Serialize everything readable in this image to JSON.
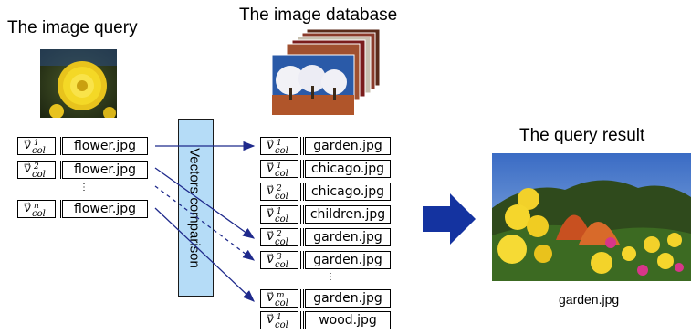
{
  "titles": {
    "query": "The image query",
    "database": "The image database",
    "result": "The query result",
    "comparison": "Vectors comparison"
  },
  "query_entries": [
    {
      "sup": "1",
      "file": "flower.jpg"
    },
    {
      "sup": "2",
      "file": "flower.jpg"
    },
    {
      "sup": "n",
      "file": "flower.jpg"
    }
  ],
  "db_entries": [
    {
      "sup": "1",
      "file": "garden.jpg"
    },
    {
      "sup": "1",
      "file": "chicago.jpg"
    },
    {
      "sup": "2",
      "file": "chicago.jpg"
    },
    {
      "sup": "1",
      "file": "children.jpg"
    },
    {
      "sup": "2",
      "file": "garden.jpg"
    },
    {
      "sup": "3",
      "file": "garden.jpg"
    },
    {
      "sup": "m",
      "file": "garden.jpg"
    },
    {
      "sup": "1",
      "file": "wood.jpg"
    }
  ],
  "vector_subscript": "col",
  "vector_symbol": "v",
  "ellipsis": "⋮",
  "result_caption": "garden.jpg",
  "colors": {
    "arrow_blue": "#1f2a8c",
    "big_arrow": "#1433a0",
    "comparison_box": "#b5dcf7"
  }
}
